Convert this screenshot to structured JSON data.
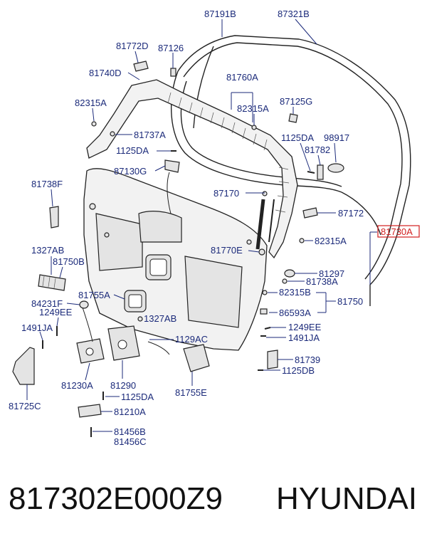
{
  "diagram": {
    "labels": {
      "l87191B": "87191B",
      "l87321B": "87321B",
      "l81772D": "81772D",
      "l87126": "87126",
      "l81740D": "81740D",
      "l81760A": "81760A",
      "l82315A_1": "82315A",
      "l82315A_2": "82315A",
      "l87125G": "87125G",
      "l81737A": "81737A",
      "l1125DA_1": "1125DA",
      "l98917": "98917",
      "l1125DA_2": "1125DA",
      "l81782": "81782",
      "l87130G": "87130G",
      "l81738F": "81738F",
      "l87170": "87170",
      "l87172": "87172",
      "l82315A_3": "82315A",
      "l81730A": "81730A",
      "l1327AB_1": "1327AB",
      "l81750B": "81750B",
      "l81770E": "81770E",
      "l81297": "81297",
      "l81738A": "81738A",
      "l84231F": "84231F",
      "l1249EE_1": "1249EE",
      "l81755A": "81755A",
      "l82315B": "82315B",
      "l81750": "81750",
      "l86593A": "86593A",
      "l1327AB_2": "1327AB",
      "l1491JA_1": "1491JA",
      "l1249EE_2": "1249EE",
      "l1491JA_2": "1491JA",
      "l1129AC": "1129AC",
      "l81739": "81739",
      "l1125DB": "1125DB",
      "l81230A": "81230A",
      "l81290": "81290",
      "l81755E": "81755E",
      "l1125DA_3": "1125DA",
      "l81725C": "81725C",
      "l81210A": "81210A",
      "l81456B": "81456B",
      "l81456C": "81456C"
    }
  },
  "footer": {
    "part_number": "817302E000Z9",
    "brand": "HYUNDAI"
  },
  "colors": {
    "label_text": "#1b2a7a",
    "highlight": "#d11f1f"
  }
}
